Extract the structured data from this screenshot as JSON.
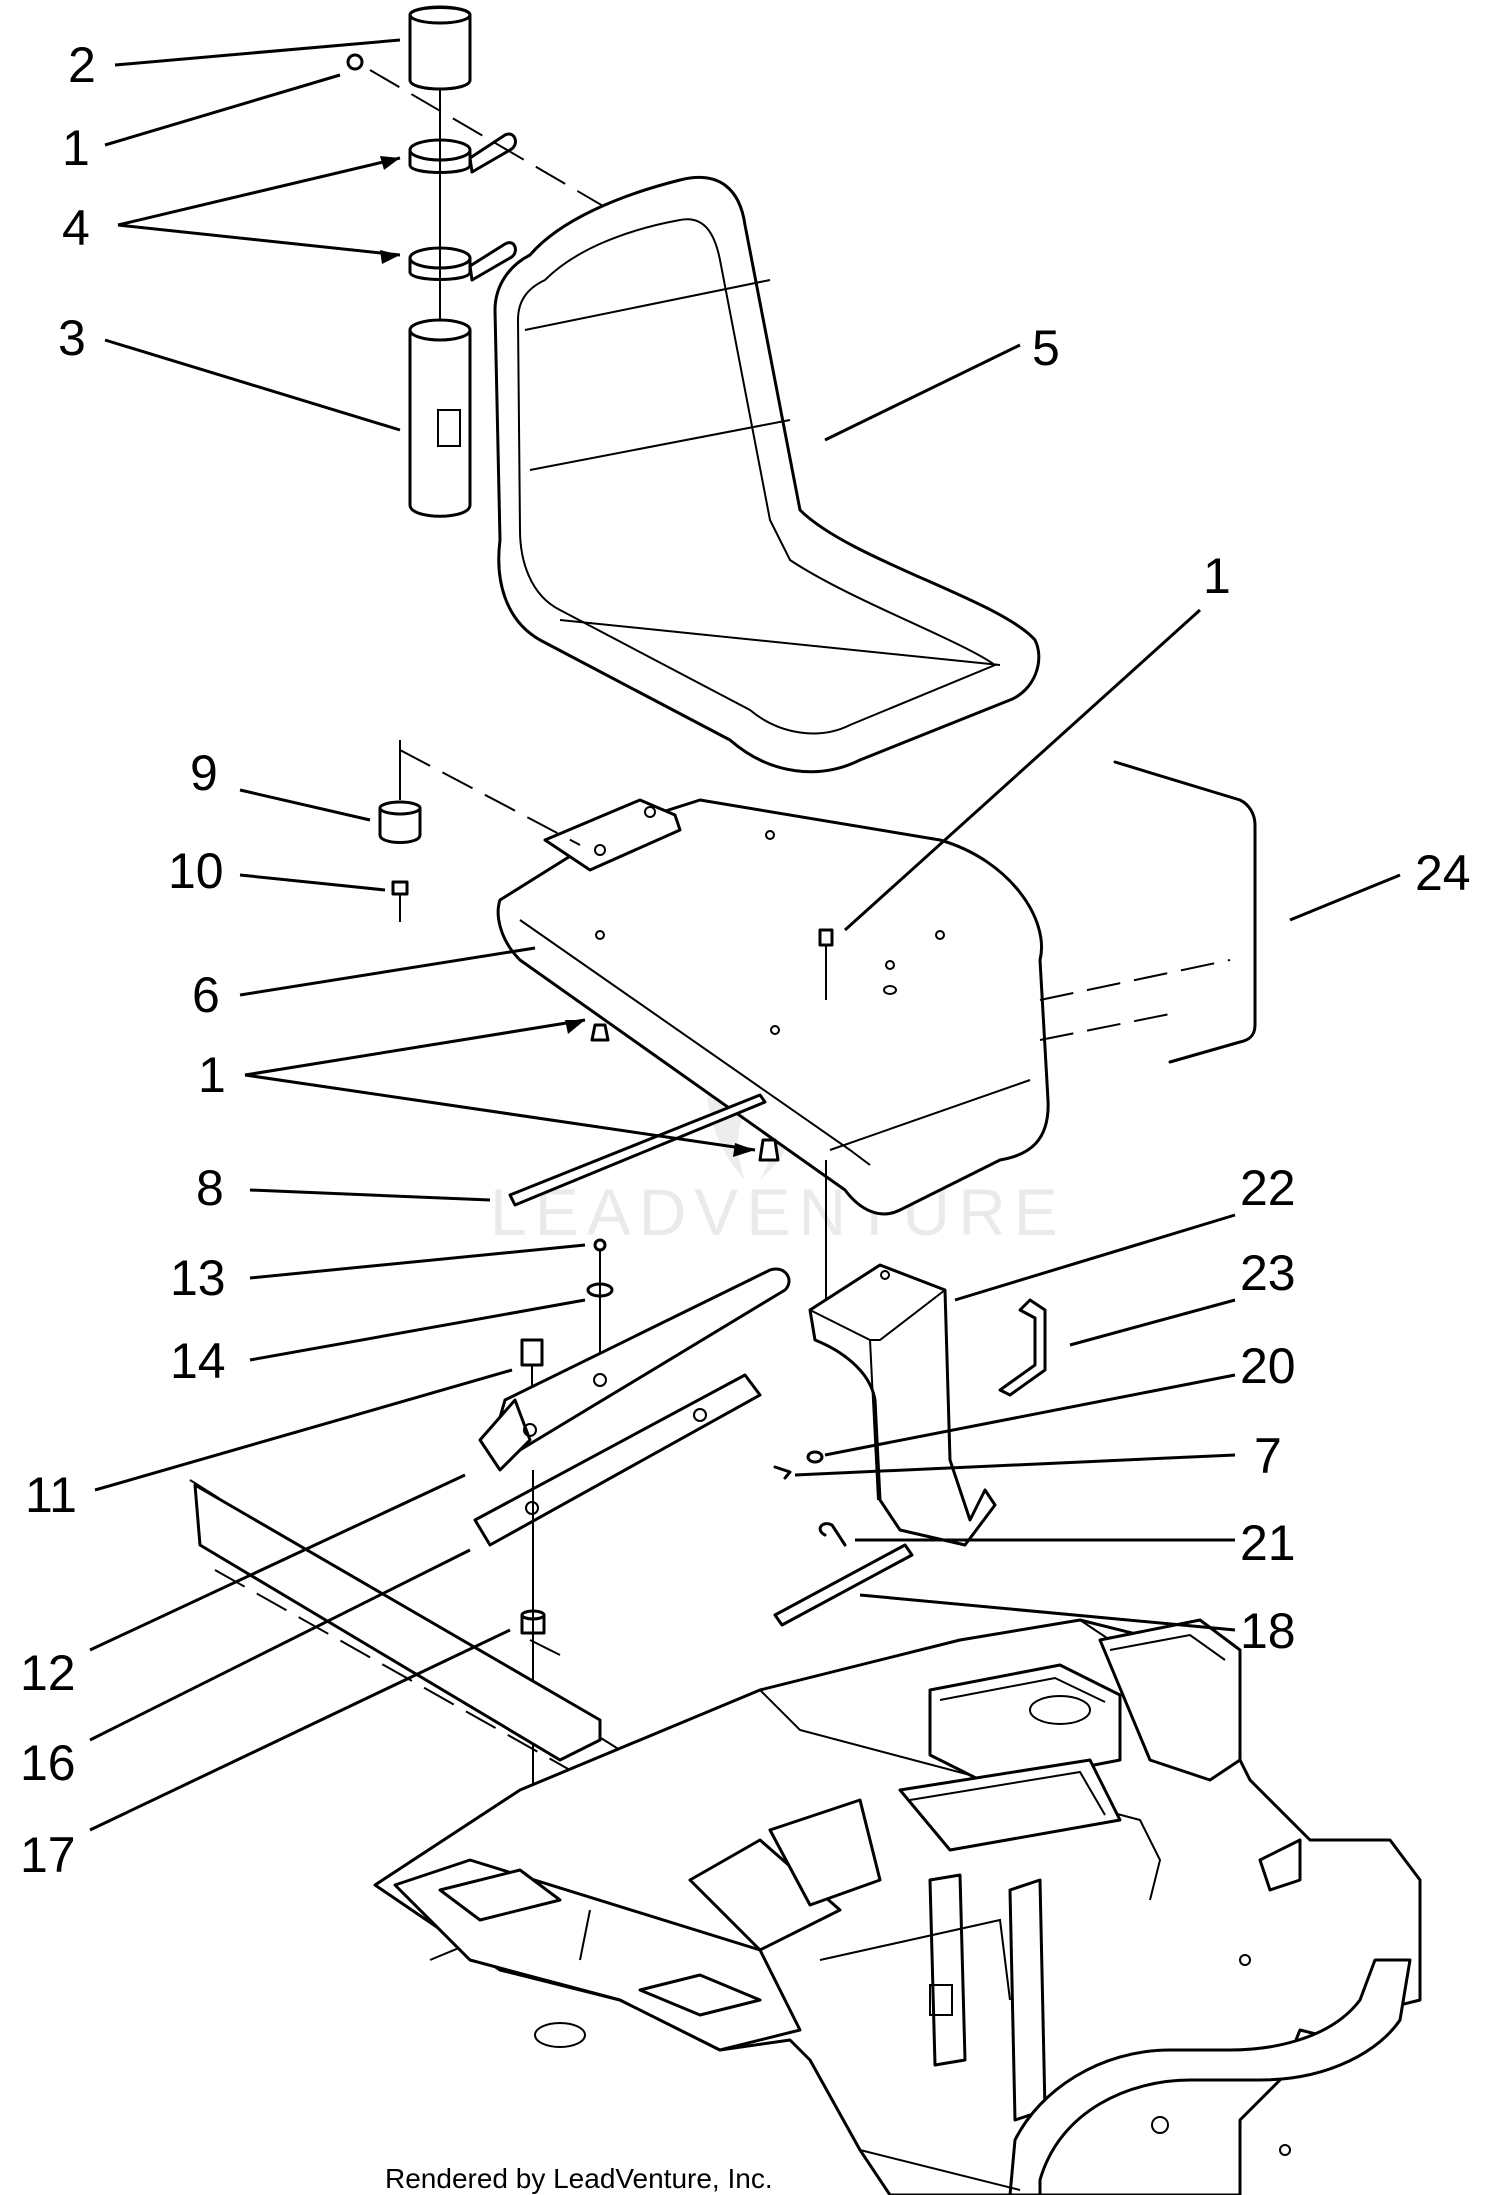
{
  "callouts": {
    "c2": "2",
    "c1_top": "1",
    "c4": "4",
    "c3": "3",
    "c5": "5",
    "c1_right": "1",
    "c9": "9",
    "c10": "10",
    "c24": "24",
    "c6": "6",
    "c1_left": "1",
    "c8": "8",
    "c22": "22",
    "c13": "13",
    "c23": "23",
    "c14": "14",
    "c20": "20",
    "c11": "11",
    "c7": "7",
    "c21": "21",
    "c12": "12",
    "c18": "18",
    "c16": "16",
    "c17": "17"
  },
  "watermark": "LEADVENTURE",
  "credit": "Rendered by LeadVenture, Inc."
}
